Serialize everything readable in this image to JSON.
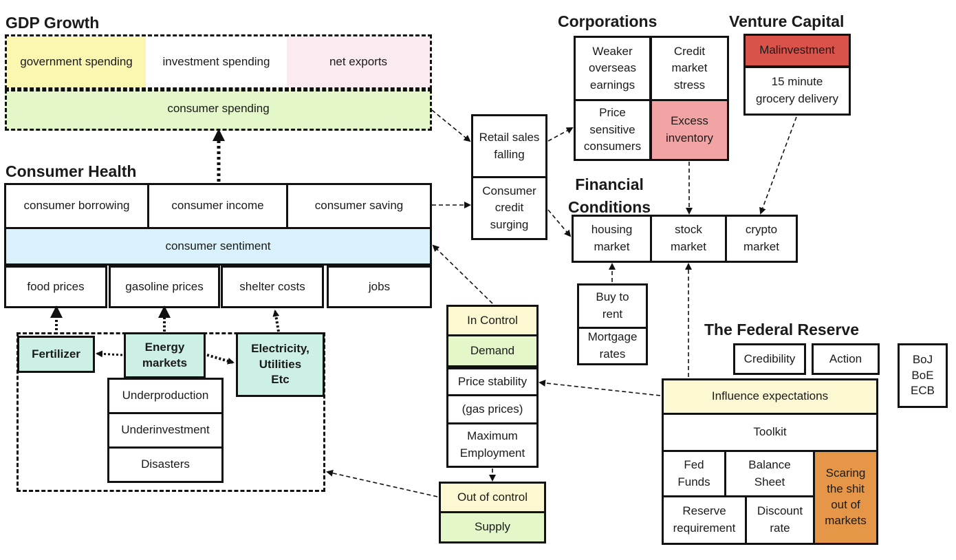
{
  "colors": {
    "yellow": "#fbf7b0",
    "pale_yellow": "#fcf9d2",
    "pink": "#fbeaef",
    "green": "#e3f7c8",
    "blue": "#d8f1fb",
    "teal": "#cdf0e6",
    "red": "#d9534a",
    "salmon": "#f2a4a4",
    "orange": "#e69647"
  },
  "gdp": {
    "title": "GDP Growth",
    "government_spending": "government spending",
    "investment_spending": "investment spending",
    "net_exports": "net exports",
    "consumer_spending": "consumer spending"
  },
  "consumer_health": {
    "title": "Consumer Health",
    "borrowing": "consumer borrowing",
    "income": "consumer income",
    "saving": "consumer saving",
    "sentiment": "consumer sentiment",
    "food_prices": "food prices",
    "gasoline_prices": "gasoline prices",
    "shelter_costs": "shelter costs",
    "jobs": "jobs"
  },
  "energy": {
    "fertilizer": "Fertilizer",
    "energy_markets": "Energy\nmarkets",
    "electricity": "Electricity,\nUtilities\nEtc",
    "underproduction": "Underproduction",
    "underinvestment": "Underinvestment",
    "disasters": "Disasters"
  },
  "retail": {
    "retail_sales": "Retail sales\nfalling",
    "consumer_credit": "Consumer\ncredit\nsurging"
  },
  "corporations": {
    "title": "Corporations",
    "weaker_overseas": "Weaker\noverseas\nearnings",
    "credit_market": "Credit\nmarket\nstress",
    "price_sensitive": "Price\nsensitive\nconsumers",
    "excess_inventory": "Excess\ninventory"
  },
  "venture_capital": {
    "title": "Venture Capital",
    "malinvestment": "Malinvestment",
    "grocery": "15 minute\ngrocery delivery"
  },
  "financial_conditions": {
    "title": "Financial\nConditions",
    "housing": "housing\nmarket",
    "stock": "stock\nmarket",
    "crypto": "crypto\nmarket",
    "buy_to_rent": "Buy to\nrent",
    "mortgage_rates": "Mortgage\nrates"
  },
  "control": {
    "in_control": "In Control",
    "demand": "Demand",
    "price_stability": "Price stability",
    "gas_prices": "(gas prices)",
    "max_employment": "Maximum\nEmployment",
    "out_of_control": "Out of control",
    "supply": "Supply"
  },
  "fed": {
    "title": "The Federal Reserve",
    "credibility": "Credibility",
    "action": "Action",
    "central_banks": "BoJ\nBoE\nECB",
    "influence": "Influence expectations",
    "toolkit": "Toolkit",
    "fed_funds": "Fed\nFunds",
    "balance_sheet": "Balance\nSheet",
    "scaring": "Scaring\nthe shit\nout of\nmarkets",
    "reserve_req": "Reserve\nrequirement",
    "discount_rate": "Discount\nrate"
  }
}
